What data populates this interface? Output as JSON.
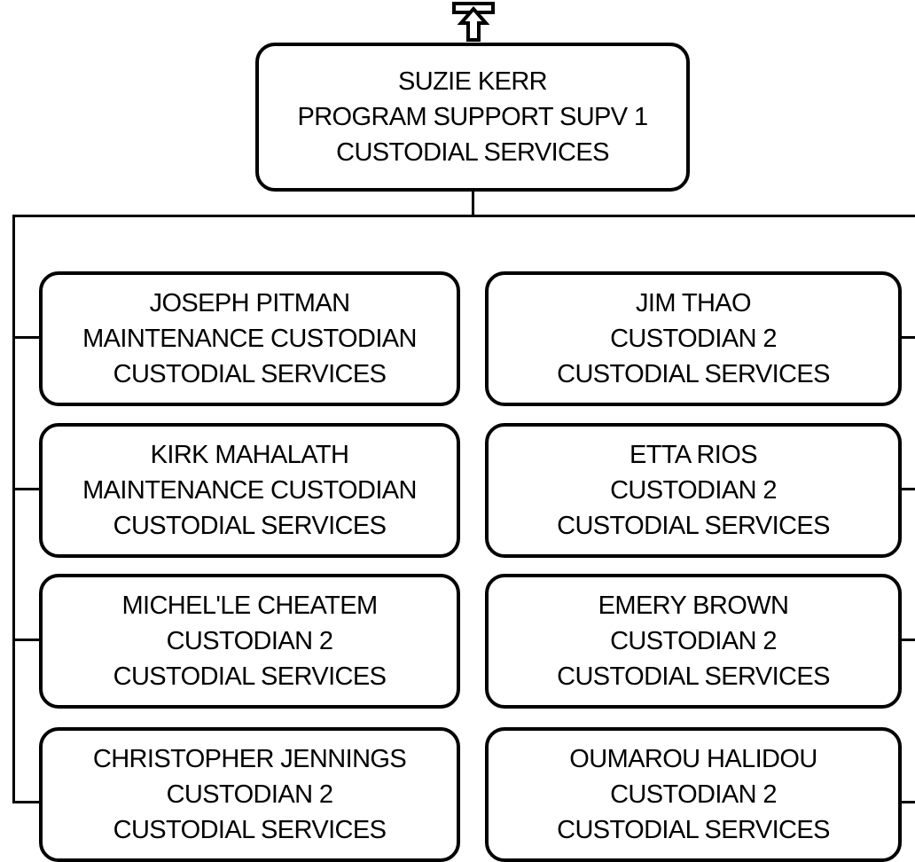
{
  "manager": {
    "name": "SUZIE KERR",
    "title": "PROGRAM SUPPORT SUPV 1",
    "department": "CUSTODIAL SERVICES"
  },
  "navigation": {
    "up_icon": "up-arrow-icon"
  },
  "left_column": [
    {
      "name": "JOSEPH PITMAN",
      "title": "MAINTENANCE CUSTODIAN",
      "department": "CUSTODIAL SERVICES"
    },
    {
      "name": "KIRK MAHALATH",
      "title": "MAINTENANCE CUSTODIAN",
      "department": "CUSTODIAL SERVICES"
    },
    {
      "name": "MICHEL'LE CHEATEM",
      "title": "CUSTODIAN 2",
      "department": "CUSTODIAL SERVICES"
    },
    {
      "name": "CHRISTOPHER JENNINGS",
      "title": "CUSTODIAN 2",
      "department": "CUSTODIAL SERVICES"
    }
  ],
  "right_column": [
    {
      "name": "JIM THAO",
      "title": "CUSTODIAN 2",
      "department": "CUSTODIAL SERVICES"
    },
    {
      "name": "ETTA RIOS",
      "title": "CUSTODIAN 2",
      "department": "CUSTODIAL SERVICES"
    },
    {
      "name": "EMERY BROWN",
      "title": "CUSTODIAN 2",
      "department": "CUSTODIAL SERVICES"
    },
    {
      "name": "OUMAROU HALIDOU",
      "title": "CUSTODIAN 2",
      "department": "CUSTODIAL SERVICES"
    }
  ]
}
